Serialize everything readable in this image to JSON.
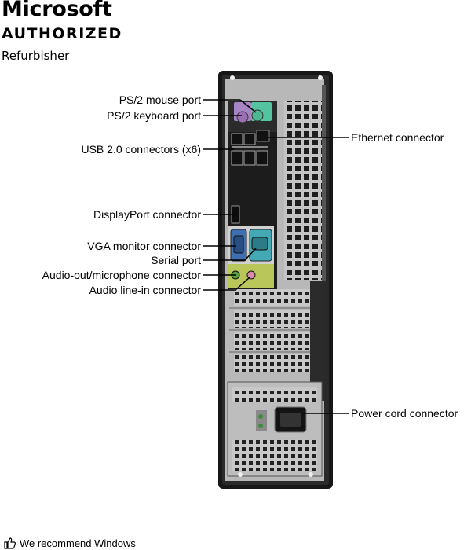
{
  "branding": {
    "line1": "Microsoft",
    "line2": "AUTHORIZED",
    "line3": "Refurbisher"
  },
  "callouts": {
    "ps2_mouse": "PS/2 mouse port",
    "ps2_keyboard": "PS/2 keyboard port",
    "usb": "USB 2.0 connectors (x6)",
    "displayport": "DisplayPort connector",
    "vga": "VGA monitor connector",
    "serial": "Serial port",
    "audio_out": "Audio-out/microphone connector",
    "audio_in": "Audio line-in connector",
    "ethernet": "Ethernet connector",
    "power": "Power cord connector"
  },
  "footer": {
    "icon": "thumbs-up-icon",
    "text": "We recommend Windows"
  },
  "colors": {
    "ps2_mouse": "#4fb890",
    "ps2_keyboard": "#9a6fb5",
    "vga_panel": "#3e6fb0",
    "serial_panel": "#43a9b5",
    "audio_panel": "#b9c75a",
    "audio_green": "#5aa042",
    "audio_pink": "#d98aa8",
    "chassis": "#1a1a1a",
    "metal": "#b4b4b4"
  }
}
